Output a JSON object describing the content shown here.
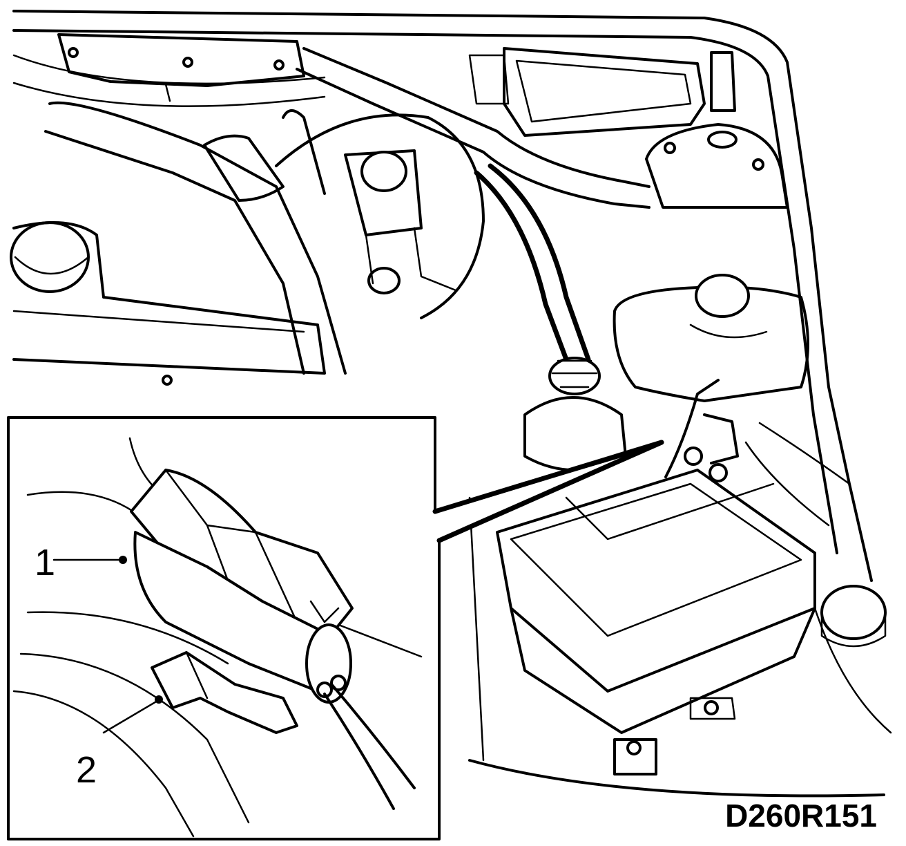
{
  "figure": {
    "id_label": "D260R151",
    "callouts": [
      {
        "number": "1"
      },
      {
        "number": "2"
      }
    ]
  },
  "colors": {
    "line": "#000000",
    "background": "#ffffff"
  }
}
